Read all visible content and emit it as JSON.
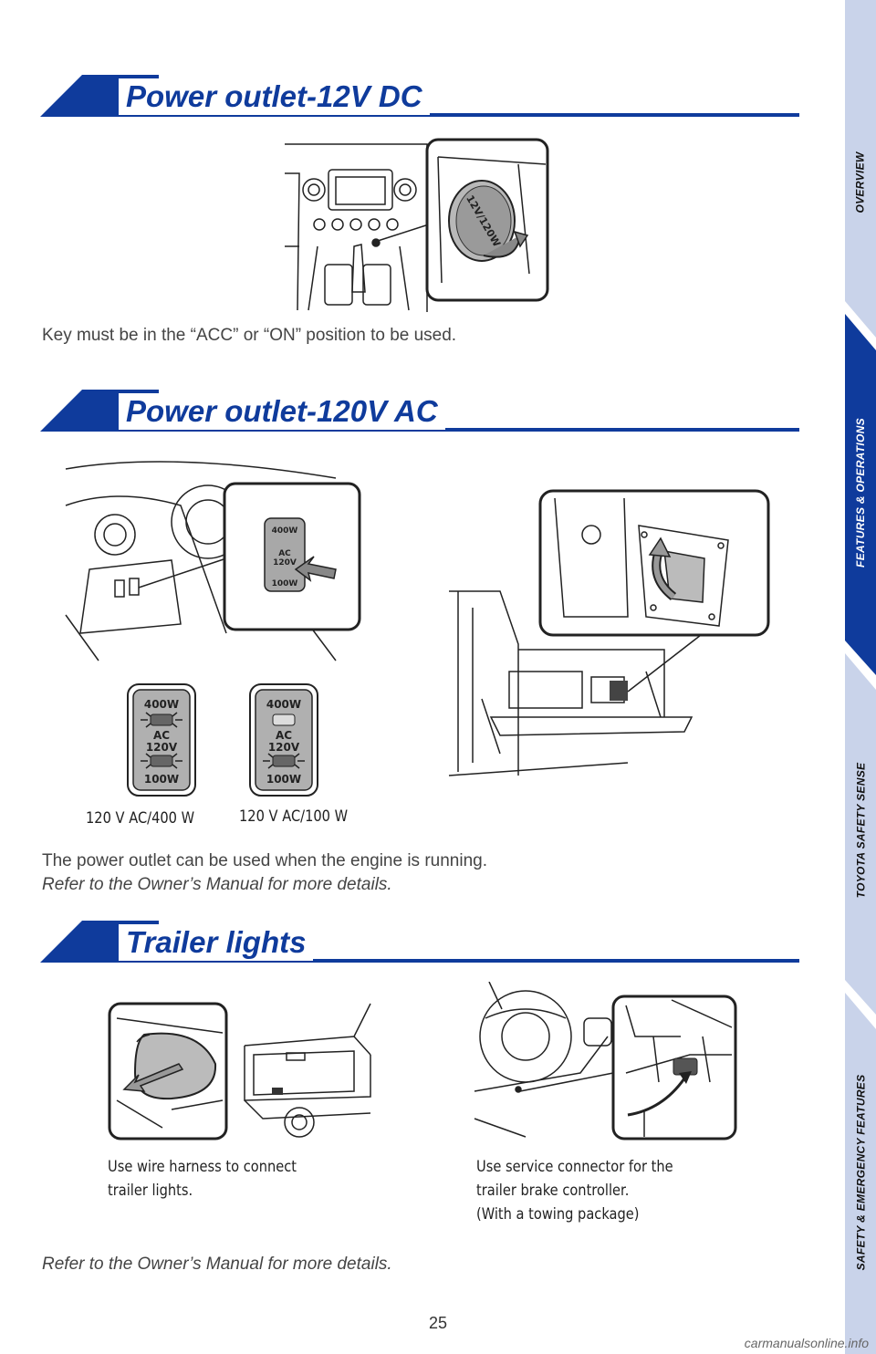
{
  "sections": {
    "dc": {
      "title": "Power outlet-12V DC",
      "note": "Key must be in the “ACC” or “ON” position to be used.",
      "cap_label": "12V/120W"
    },
    "ac": {
      "title": "Power outlet-120V AC",
      "switch_labels": {
        "top": "400W",
        "mid": "AC\n120V",
        "bottom": "100W"
      },
      "caption_400": "120 V AC/400 W",
      "caption_100": "120 V AC/100 W",
      "note1": "The power outlet can be used when the engine is running.",
      "note2": "Refer to the Owner’s Manual for more details."
    },
    "trailer": {
      "title": "Trailer lights",
      "caption_left_1": "Use wire harness to connect",
      "caption_left_2": "trailer lights.",
      "caption_right_1": "Use service connector for the",
      "caption_right_2": "trailer brake controller.",
      "caption_right_3": "(With a towing package)",
      "note": "Refer to the Owner’s Manual for more details."
    }
  },
  "sidebar": {
    "tabs": [
      "OVERVIEW",
      "FEATURES & OPERATIONS",
      "TOYOTA SAFETY SENSE",
      "SAFETY & EMERGENCY FEATURES"
    ],
    "active_index": 1,
    "colors": {
      "active": "#0f3b9c",
      "inactive": "#c9d3ea"
    }
  },
  "page_number": "25",
  "watermark": "carmanualsonline.info"
}
